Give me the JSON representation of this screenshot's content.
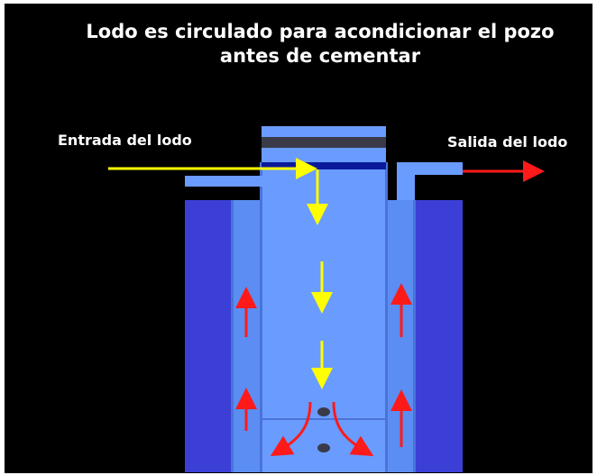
{
  "title": {
    "line1": "Lodo es circulado para acondicionar el pozo",
    "line2": "antes de cementar"
  },
  "labels": {
    "inlet": "Entrada del lodo",
    "outlet": "Salida del lodo"
  },
  "colors": {
    "background": "#000000",
    "formation": "#3b3fd6",
    "annulus": "#5b8df2",
    "casing": "#6a9bff",
    "casing_wall": "#4a73d8",
    "cap_dark": "#3a3a48",
    "cap_band": "#0a1a9a",
    "mud_in_arrow": "#ffff00",
    "mud_out_arrow": "#ff1a1a",
    "plug": "#3a3a48"
  },
  "icons": {
    "down_flow": "yellow-down-arrow",
    "up_flow": "red-up-arrow",
    "outlet_flow": "red-right-arrow",
    "inlet_flow": "yellow-right-arrow",
    "return_flow": "red-curved-arrow"
  }
}
